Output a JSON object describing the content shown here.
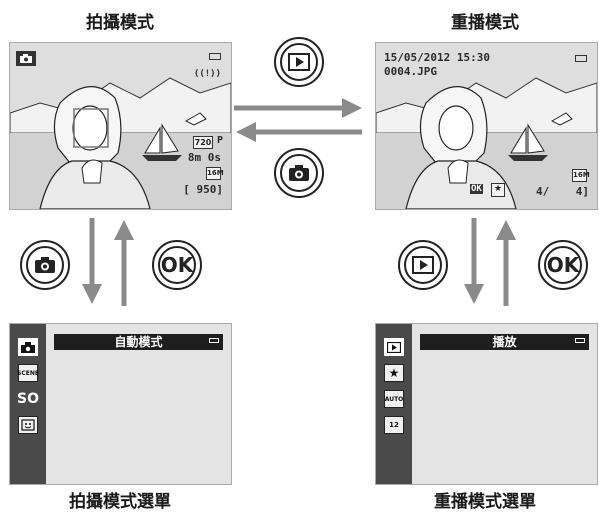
{
  "titles": {
    "shooting_mode": "拍攝模式",
    "playback_mode": "重播模式",
    "shooting_menu": "拍攝模式選單",
    "playback_menu": "重播模式選單"
  },
  "shooting_screen": {
    "image_mode": "720",
    "image_mode_suffix": "P",
    "remaining_time": "8m 0s",
    "size_icon": "16M",
    "remaining_shots": "[ 950]"
  },
  "playback_screen": {
    "datetime": "15/05/2012 15:30",
    "filename": "0004.JPG",
    "size_icon": "16M",
    "frame_counter": "4/    4]",
    "ok_hint": "OK"
  },
  "buttons": {
    "ok_label": "OK"
  },
  "shooting_menu": {
    "header": "自動模式",
    "items": [
      "camera-icon",
      "scene-icon",
      "SO",
      "smile-icon"
    ],
    "so_label": "SO",
    "scene_label": "SCENE"
  },
  "playback_menu": {
    "header": "播放",
    "items": [
      "play-icon",
      "star-icon",
      "auto-icon",
      "12-icon"
    ],
    "auto_label": "AUTO",
    "twelve_label": "12"
  },
  "colors": {
    "screen_bg": "#dcdcdc",
    "arrow_gray": "#8a8a8a",
    "menu_side": "#4a4a4a"
  }
}
